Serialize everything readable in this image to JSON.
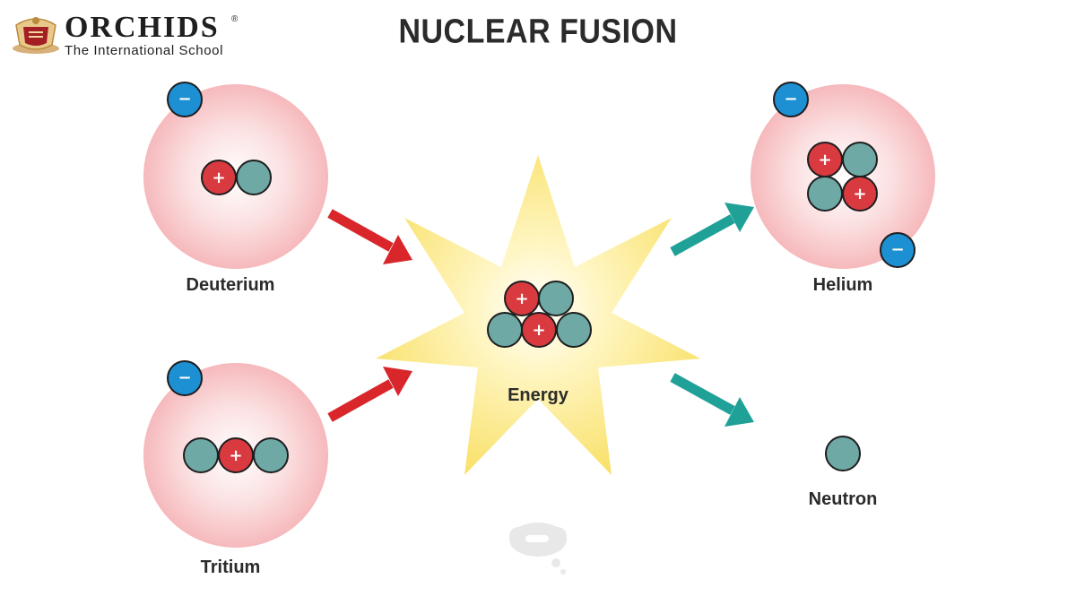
{
  "header": {
    "brand_name": "ORCHIDS",
    "brand_registered": "®",
    "brand_tagline": "The International School",
    "title": "NUCLEAR FUSION"
  },
  "diagram": {
    "labels": {
      "deuterium": "Deuterium",
      "tritium": "Tritium",
      "energy": "Energy",
      "helium": "Helium",
      "neutron": "Neutron"
    },
    "atoms": [
      {
        "id": "deuterium",
        "protons": 1,
        "neutrons": 1,
        "electrons": 1
      },
      {
        "id": "tritium",
        "protons": 1,
        "neutrons": 2,
        "electrons": 1
      },
      {
        "id": "helium",
        "protons": 2,
        "neutrons": 2,
        "electrons": 2
      }
    ],
    "fusing_nucleus": {
      "protons": 2,
      "neutrons": 3
    },
    "free_particles": {
      "neutron": 1
    },
    "symbols": {
      "proton": "+",
      "electron": "−"
    },
    "colors": {
      "atom_fill": "#f9c7c9",
      "proton": "#d93a3f",
      "neutron": "#6ea9a6",
      "electron": "#1d8fd3",
      "arrow_in": "#d8262b",
      "arrow_out": "#20a198",
      "star": "#fbe77a",
      "text": "#2b2b2b"
    }
  }
}
